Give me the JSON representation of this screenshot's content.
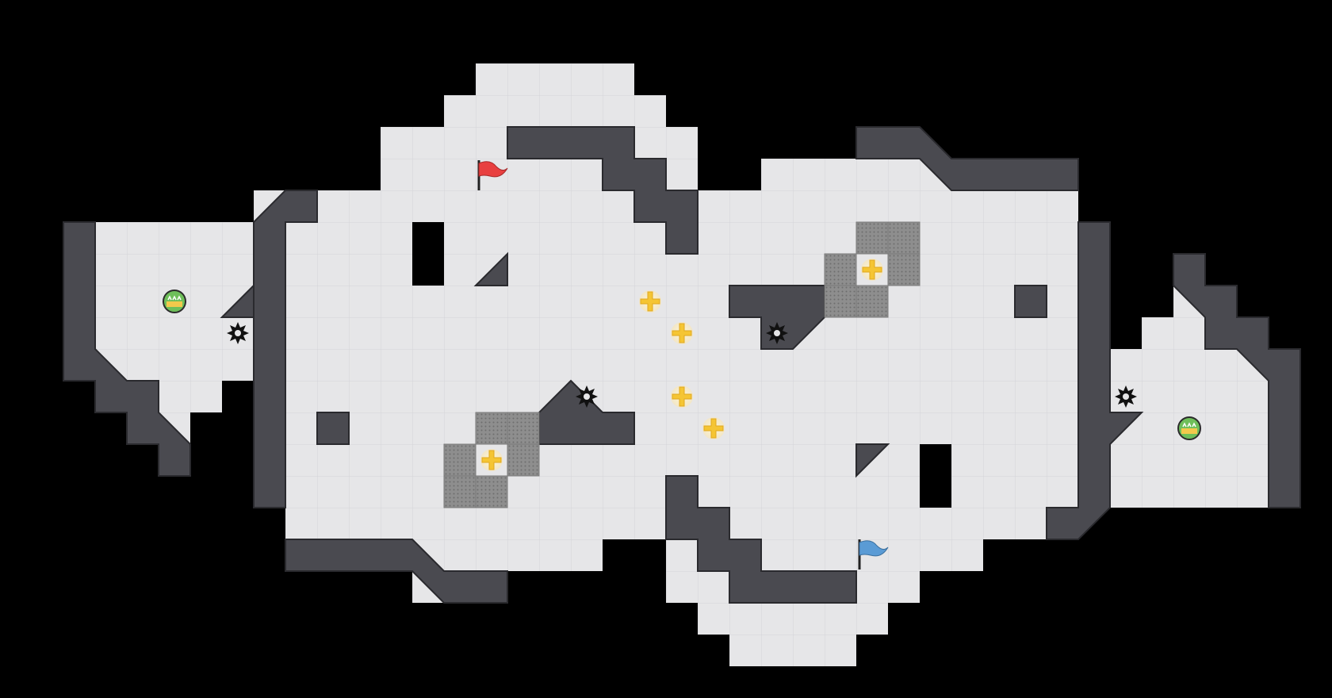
{
  "game": {
    "kind": "tile-based capture-the-flag arena",
    "colors": {
      "background": "#000000",
      "floor": "#e6e6e8",
      "floor_grid": "#d2d2d6",
      "wall": "#4a4a50",
      "wall_edge": "#2a2a2e",
      "gate_tile": "#8c8c8c",
      "boost": "#f5c533",
      "powerup_green": "#6ebf5a",
      "red_flag": "#e84040",
      "blue_flag": "#5a9bd5",
      "spike": "#111111"
    },
    "entities": {
      "red_flag": "red-flag",
      "blue_flag": "blue-flag",
      "boosts": [
        "boost",
        "boost",
        "boost",
        "boost",
        "boost",
        "boost"
      ],
      "spikes": [
        "spike",
        "spike",
        "spike",
        "spike"
      ],
      "powerups": [
        "powerup",
        "powerup"
      ],
      "gates": [
        "gate",
        "gate"
      ]
    }
  }
}
